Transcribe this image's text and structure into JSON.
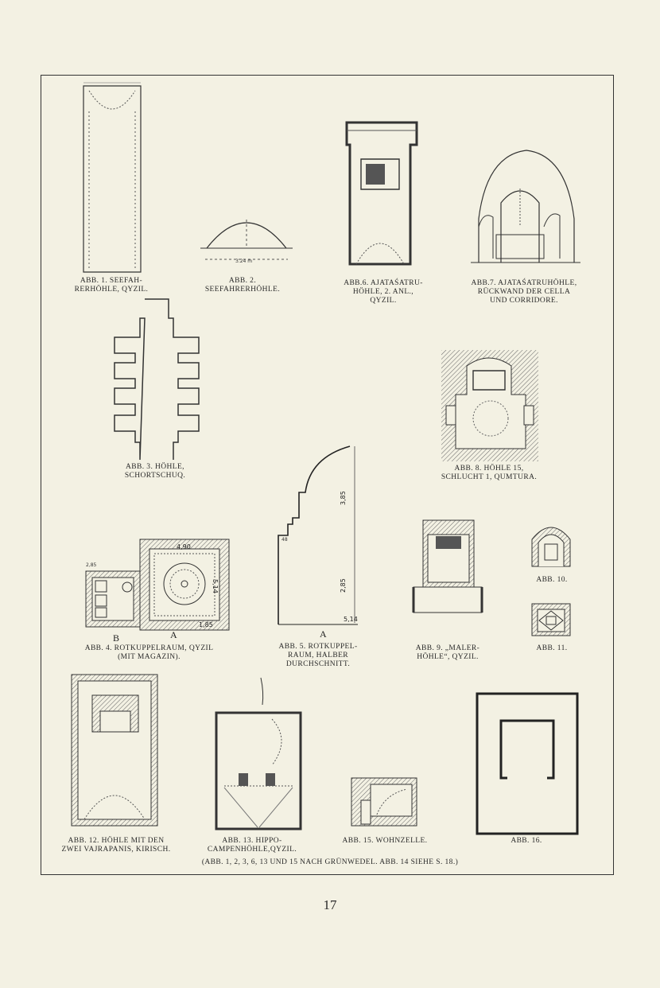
{
  "captions": {
    "abb1": "ABB. 1. SEEFAH-\nRERHÖHLE, QYZIL.",
    "abb2": "ABB. 2.\nSEEFAHRERHÖHLE.",
    "abb6": "ABB.6. AJATAŚATRU-\nHÖHLE, 2. ANL.,\nQYZIL.",
    "abb7": "ABB.7. AJATAŚATRUHÖHLE,\nRÜCKWAND DER CELLA\nUND CORRIDORE.",
    "abb3": "ABB. 3. HÖHLE,\nSCHORTSCHUQ.",
    "abb8": "ABB. 8. HÖHLE 15,\nSCHLUCHT 1, QUMTURA.",
    "abb4": "ABB. 4. ROTKUPPELRAUM, QYZIL\n(MIT MAGAZIN).",
    "abb5": "ABB. 5. ROTKUPPEL-\nRAUM, HALBER\nDURCHSCHNITT.",
    "abb9": "ABB. 9. „MALER-\nHÖHLE“, QYZIL.",
    "abb10": "ABB. 10.",
    "abb11": "ABB. 11.",
    "abb12": "ABB. 12. HÖHLE MIT DEN\nZWEI VAJRAPANIS, KIRISCH.",
    "abb13": "ABB. 13. HIPPO-\nCAMPENHÖHLE,QYZIL.",
    "abb15": "ABB. 15. WOHNZELLE.",
    "abb16": "ABB. 16.",
    "footnote": "(ABB. 1, 2, 3, 6, 13 UND 15 NACH GRÜNWEDEL. ABB. 14 SIEHE S. 18.)"
  },
  "labels": {
    "abb2_width": "3.24 m",
    "abb4_top": "4,90",
    "abb4_side": "5,14",
    "abb4_bottom": "1,85",
    "abb4_left": "2,85",
    "abb4_A": "A",
    "abb4_B": "B",
    "abb5_A": "A",
    "abb5_upper": "3,85",
    "abb5_lower": "2,85",
    "abb5_base": "5,14",
    "abb5_48": "48"
  },
  "page_number": "17"
}
